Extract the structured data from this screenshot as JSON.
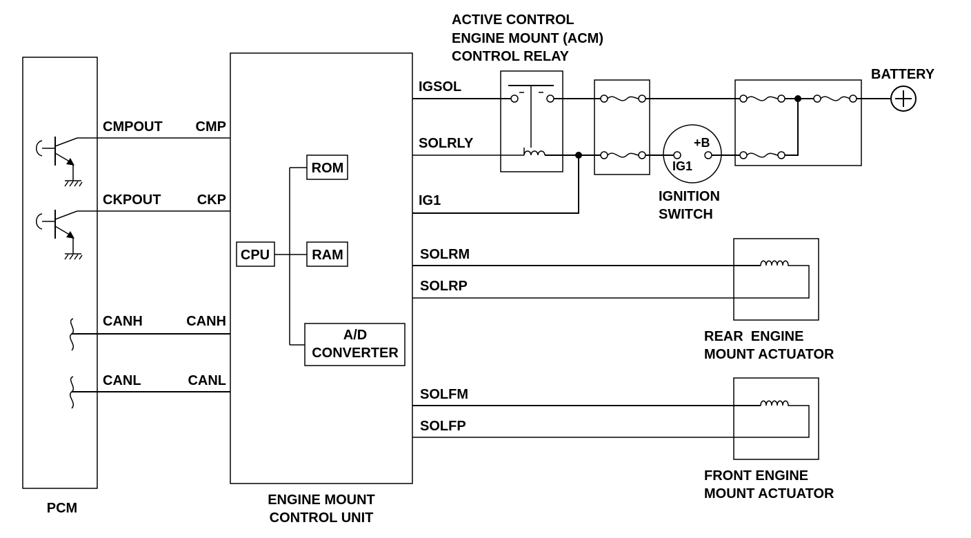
{
  "blocks": {
    "pcm": "PCM",
    "ecu_line1": "ENGINE MOUNT",
    "ecu_line2": "CONTROL UNIT",
    "cpu": "CPU",
    "rom": "ROM",
    "ram": "RAM",
    "adc_line1": "A/D",
    "adc_line2": "CONVERTER",
    "relay_line1": "ACTIVE CONTROL",
    "relay_line2": "ENGINE MOUNT (ACM)",
    "relay_line3": "CONTROL RELAY",
    "battery": "BATTERY",
    "ign_line1": "IGNITION",
    "ign_line2": "SWITCH",
    "ign_b": "+B",
    "ign_ig1": "IG1",
    "rear_line1": "REAR  ENGINE",
    "rear_line2": "MOUNT ACTUATOR",
    "front_line1": "FRONT ENGINE",
    "front_line2": "MOUNT ACTUATOR"
  },
  "pcm_pins": {
    "cmpout": "CMPOUT",
    "ckpout": "CKPOUT",
    "canh": "CANH",
    "canl": "CANL"
  },
  "ecu_pins": {
    "cmp": "CMP",
    "ckp": "CKP",
    "canh": "CANH",
    "canl": "CANL"
  },
  "signals": {
    "igsol": "IGSOL",
    "solrly": "SOLRLY",
    "ig1": "IG1",
    "solrm": "SOLRM",
    "solrp": "SOLRP",
    "solfm": "SOLFM",
    "solfp": "SOLFP"
  }
}
